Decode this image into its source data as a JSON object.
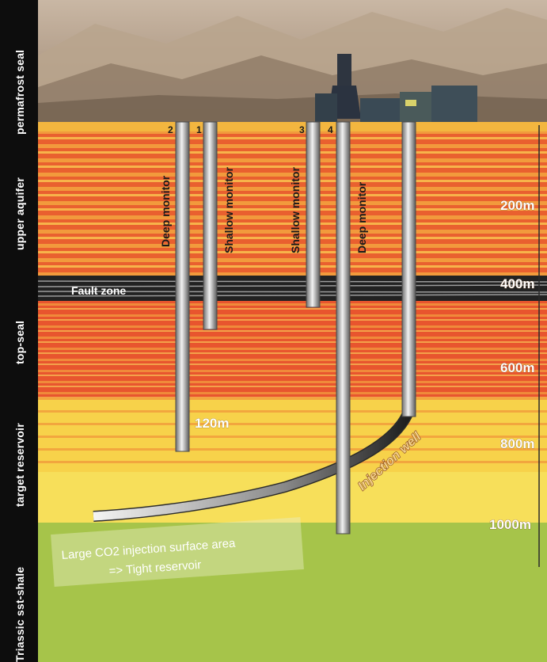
{
  "side_labels": [
    "permafrost seal",
    "upper aquifer",
    "top-seal",
    "target reservoir",
    "Triassic sst-shale"
  ],
  "wells": [
    {
      "number": "2",
      "label": "Deep monitor"
    },
    {
      "number": "1",
      "label": "Shallow monitor"
    },
    {
      "number": "3",
      "label": "Shallow monitor"
    },
    {
      "number": "4",
      "label": "Deep monitor"
    }
  ],
  "fault_label": "Fault zone",
  "depths": [
    "200m",
    "400m",
    "600m",
    "800m",
    "1000m"
  ],
  "distance_label": "120m",
  "injection_label": "Injection well",
  "note": {
    "line1": "Large CO2 injection surface area",
    "line2": "=> Tight reservoir"
  },
  "colors": {
    "orange": "#f08a3a",
    "red": "#e8552e",
    "yellow": "#f7d24a",
    "green": "#a6c44a",
    "sidebar": "#0d0d0d"
  }
}
